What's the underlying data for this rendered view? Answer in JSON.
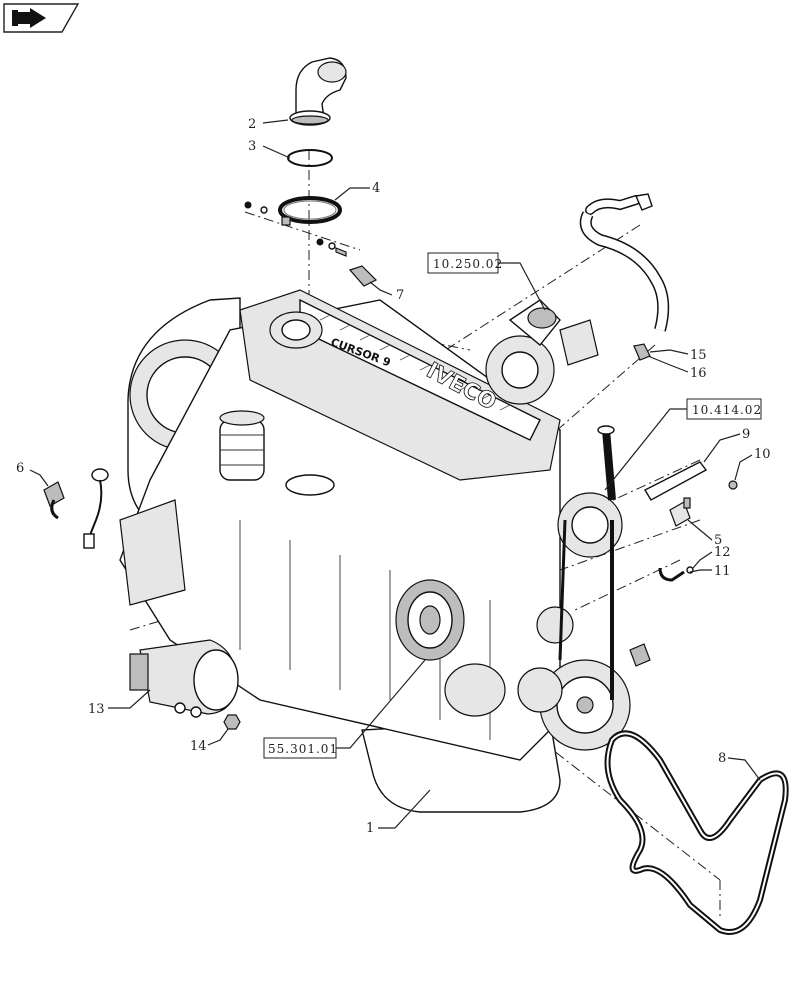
{
  "nav": {
    "icon": "back-arrow-icon"
  },
  "callouts": [
    {
      "id": "c1",
      "label": "1"
    },
    {
      "id": "c2",
      "label": "2"
    },
    {
      "id": "c3",
      "label": "3"
    },
    {
      "id": "c4",
      "label": "4"
    },
    {
      "id": "c5",
      "label": "5"
    },
    {
      "id": "c6",
      "label": "6"
    },
    {
      "id": "c7",
      "label": "7"
    },
    {
      "id": "c8",
      "label": "8"
    },
    {
      "id": "c9",
      "label": "9"
    },
    {
      "id": "c10",
      "label": "10"
    },
    {
      "id": "c11",
      "label": "11"
    },
    {
      "id": "c12",
      "label": "12"
    },
    {
      "id": "c13",
      "label": "13"
    },
    {
      "id": "c14",
      "label": "14"
    },
    {
      "id": "c15",
      "label": "15"
    },
    {
      "id": "c16",
      "label": "16"
    }
  ],
  "references": [
    {
      "id": "r1",
      "label": "10.250.02"
    },
    {
      "id": "r2",
      "label": "10.414.02"
    },
    {
      "id": "r3",
      "label": "55.301.01"
    }
  ],
  "engine_text": {
    "brand": "IVECO",
    "model": "CURSOR 9"
  }
}
